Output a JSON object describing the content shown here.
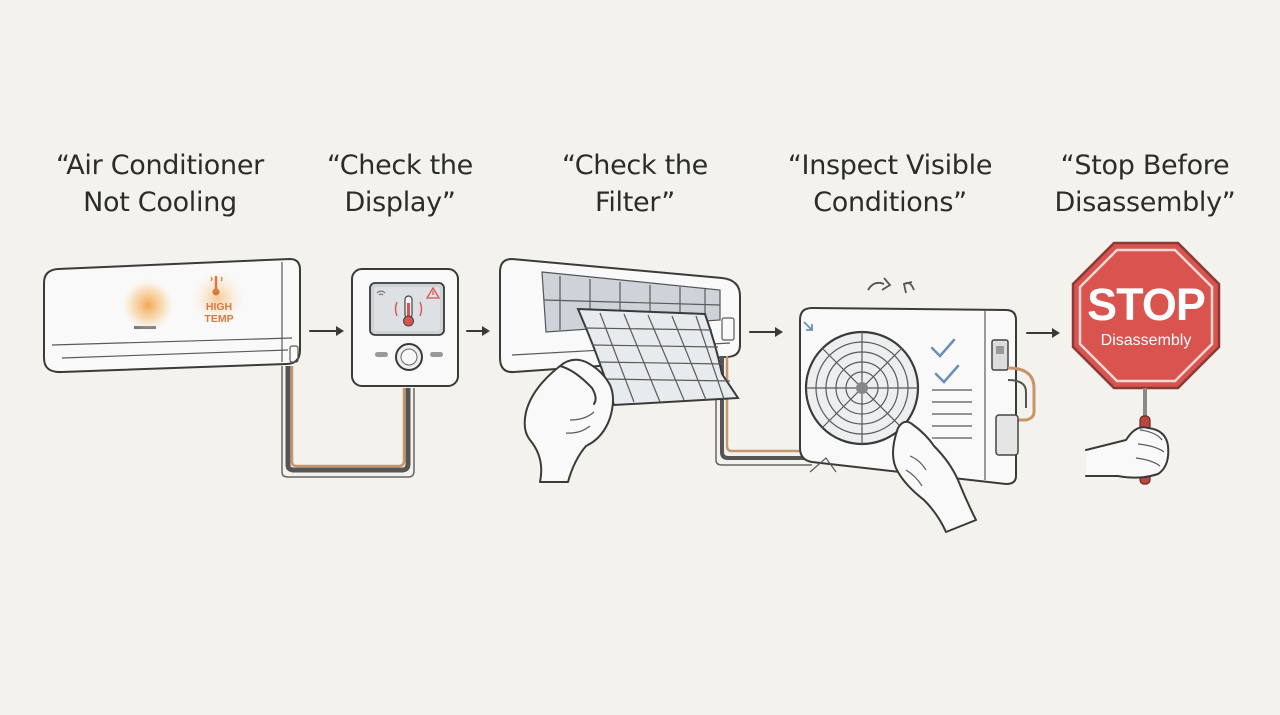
{
  "steps": [
    {
      "title_line1": "“Air Conditioner",
      "title_line2": "Not Cooling"
    },
    {
      "title_line1": "“Check the",
      "title_line2": "Display”"
    },
    {
      "title_line1": "“Check the",
      "title_line2": "Filter”"
    },
    {
      "title_line1": "“Inspect Visible",
      "title_line2": "Conditions”"
    },
    {
      "title_line1": "“Stop Before",
      "title_line2": "Disassembly”"
    }
  ],
  "indoor_unit": {
    "warning_line1": "HIGH",
    "warning_line2": "TEMP"
  },
  "stop_sign": {
    "word": "STOP",
    "subtitle": "Disassembly"
  },
  "colors": {
    "background": "#f4f2ec",
    "stop_red": "#d9534f",
    "warning_orange": "#e8834f",
    "pipe_copper": "#c8956a",
    "check_blue": "#6a8fb8"
  },
  "icons": [
    "thermometer-icon",
    "warning-triangle-icon",
    "wifi-icon",
    "check-icon",
    "airflow-arrows-icon",
    "flow-arrow-icon"
  ]
}
